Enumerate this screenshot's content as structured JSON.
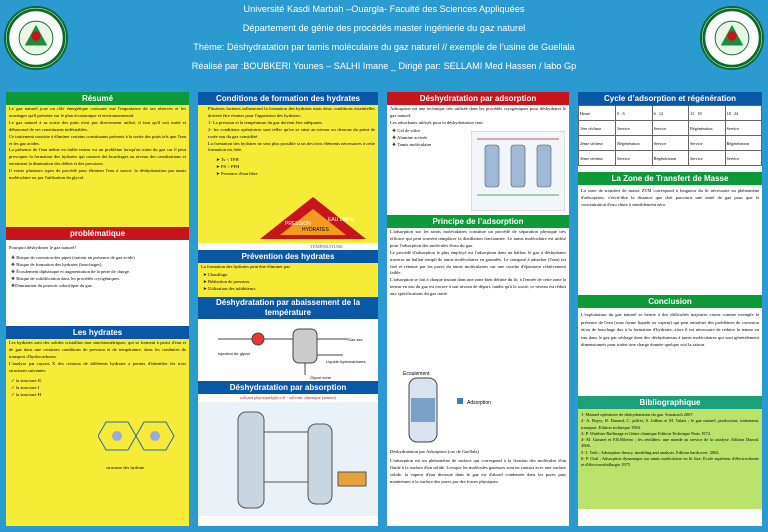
{
  "header": {
    "line1": "Université Kasdi Marbah –Ouargla- Faculté des Sciences Appliquées",
    "line2": "Département de génie des procédés  master ingénierie du gaz naturel",
    "line3": "Thème: Déshydratation par tamis moléculaire du gaz naturel // exemple de l’usine de Guellala",
    "line4": "Réalisé  par :BOUBKERI Younes – SALHI Imane _  Dirigé par: SELLAMI Med Hassen / labo Gp"
  },
  "logos": {
    "left_icon": "university-seal",
    "right_icon": "university-seal",
    "seal_text": "KASDI-MERBAH OUARGLA"
  },
  "resume": {
    "title": "Résumé",
    "paragraphs": [
      "Le gaz naturel joue un rôle énergétique croissant vue l'importance de ses réserves et les avantages qu'il présente sur le plan économique et environnemental.",
      "Le gaz naturel à sa sortie des puits n'est pas directement utilisé, il faut qu'il soit traité et débarrassé de ses constituants indésirables.",
      "Ce traitement consiste à éliminer certains constituants présents à la sortie des puits tels que l'eau et les gaz acides.",
      "La présence de l'eau même en faible teneur est un problème lorsqu'on traite du gaz car il peut provoquer la formation des hydrates qui causent des bouchages au niveau des canalisations et entrainent la diminution des débits et des pressions.",
      "Il existe plusieurs types de procédé pour éliminer l'eau à savoir: la déshydratation par tamis moléculaire ou par l'utilisation du glycol."
    ]
  },
  "problematique": {
    "title": "problématique",
    "question": "Pourquoi déshydrater le gaz naturel?",
    "items": [
      "Risque de corrosion des pipes (surtout en présence de gaz acide)",
      "Risque de formation des hydrates (bouchages).",
      "Écoulement diphasique et augmentation de la perte de charge.",
      "Risque de solidification dans les procédés cryogéniques.",
      "Diminution du pouvoir calorifique du gaz."
    ]
  },
  "hydrates": {
    "title": "Les hydrates",
    "text": "Les hydrates sont des solides cristallins non stœchiométriques, qui se forment à partir d'eau et de gaz dans une certaines conditions de pression et de température, dans les conduites de transport d'hydrocarbures.",
    "text2": "L'analyse par rayons X des cristaux de différents hydrates a permis d'identifier les trois structures suivantes:",
    "structures": [
      "la structure II.",
      "la structure I",
      "la structure H"
    ],
    "caption": "structure des hydrate"
  },
  "conditions": {
    "title": "Conditions de formation des hydrates",
    "intro": "Plusieurs facteurs influencent la formation des hydrates mais deux conditions essentielles doivent être réunies pour l'apparition des hydrates:",
    "c1": "1- La pression et la température du gaz doivent être adéquates.",
    "c2": "2- les conditions opératoires sont telles qu'on se situe au niveau ou dessous du point de rosée eau du gaz considéré.",
    "c3": "La formation des hydrates ne sera plus possible si un des trois éléments nécessaires à cette formation est ôtée.",
    "items": [
      "Ts < TFH",
      "PS > PFH",
      "Presence d'eau libre"
    ],
    "triangle": {
      "left": "PRESSION",
      "right": "EAU LIBRE",
      "bottom": "TEMPERATURE",
      "center": "HYDRATES"
    }
  },
  "prevention": {
    "title": "Prévention des hydrates",
    "intro": "La formation des hydrates peut être éliminer par:",
    "items": [
      "Chauffage.",
      "Réduction de pression.",
      "Utilisation des inhibiteurs."
    ]
  },
  "abaissement": {
    "title": "Déshydratation par abaissement de la température",
    "labels": [
      "Gaz sec",
      "Injection de glycol",
      "Liquide hydrocarbures",
      "Glycol riche"
    ]
  },
  "absorption": {
    "title": "Déshydratation par absorption",
    "subtitle": "solvant physique(glycol) - solvant chimique (amine)"
  },
  "adsorption": {
    "title": "Déshydratation  par  adsorption",
    "intro": "Adsorption est une technique très utilisée dans les procédés cryogéniques pour déshydrater le gaz naturel.",
    "list_intro": "Les adsorbants utilisés pour la déshydratation sont:",
    "items": [
      "Gel de silice",
      "Alumine activée",
      "Tamis moléculaire"
    ]
  },
  "principe": {
    "title": "Principe de l’adsorption",
    "p1": "L'adsorption sur les tamis moléculaires constitue un procédé de séparation physique très efficace qui peut souvent remplacer la distillation fractionnée. Le tamis moléculaire est utilisé pour l'adsorption des molécules d'eau du gaz.",
    "p2": "Le procédé d'adsorption le plus employé est l'adsorption dans un ballon, le gaz à déshydrater traverse un ballon rempli de tamis moléculaires en granulés. Le composé à adsorber (l'eau) est fixé et retenue par les pores du tamis moléculaires sur une couche d'épaisseur relativement faible.",
    "p3": "L'adsorption se fait à chaque instant dans une zone bien définie du lit, à l'entrée de cette zone la teneur en eau du gaz est encore à son niveau de départ, tandis qu'à la sortie, ce niveau est réduit aux spécifications du gaz traité.",
    "fig_label1": "Écoulement",
    "fig_label2": "Adsorption",
    "fig_caption": "Déshydratation par Adsorption (cas de Guellala)",
    "p4": "L'adsorption est un phénomène de surface qui correspond à la fixation des molécules d'un fluide à la surface d'un solide. Lorsque les molécules gazeuses sont en contact avec une surface solide, la vapeur d'eau dissoute dans le gaz est d'abord condensée dans les pores puis maintenues à la surface des pores par des forces physiques."
  },
  "cycle": {
    "title": "Cycle d’adsorption et régénération",
    "header": [
      "Heure",
      "0",
      "6",
      "6",
      "12",
      "12",
      "18",
      "18",
      "24"
    ],
    "rows": [
      [
        "1ère sécheur",
        "Service",
        "Service",
        "Régénération",
        "Service"
      ],
      [
        "2ème sécheur",
        "Régénération",
        "Service",
        "Service",
        "Régénération"
      ],
      [
        "3ème sécheur",
        "Service",
        "Régénération",
        "Service",
        "Service"
      ]
    ]
  },
  "zone": {
    "title": "La Zone de Transfert de Masse",
    "text": "La zone de transfert de masse ZTM correspond à longueur du lit nécessaire au phénomène d'adsorption, c'est-à-dire la distance que doit parcourir une unité de gaz pour que la concentration d'eau chute à sensiblement zéro."
  },
  "conclusion": {
    "title": "Conclusion",
    "text": "L'exploitation du gaz naturel se heurte à des difficultés majeures citons comme exemple la présence de l'eau (sous forme liquide ou vapeur) qui peut entraîner des problèmes de corrosion et/ou de bouchage dus à la formation d'hydrates, alors il est nécessaire de réduire la teneur en eau dans le gaz par séchage dans des déshydrateurs à tamis moléculaires qui sont généralement dimensionnés pour traiter une charge donnée quelque soit la saison."
  },
  "biblio": {
    "title": "Bibliographique",
    "items": [
      "1- Manuel opératoire de déshydratation du gaz. Sonatrach 2007.",
      "2- A. Rojey, B. Durand, C. jaffret, S. Jullian et M. Valais ; le gaz naturel, production, traitement, transport. Edition technique 1994.",
      "3- P. Wuithier Raffinage et Génie chimique Edition Technique Paris 1972.",
      "4- M. Guisnet et F.R.Ribeiro ; les zéolithes: une monde au service de la catalyse. Edition Dunod. 2006.",
      "5- J. Toth ; Adsorption theory, modeling and analysis. Edition hardcover. 2002.",
      "6- P. Ouil ; Adsorption dynamique sur tamis moléculaire en lit fixe. Ecole supérieur d'électrochimie et d'électrométallurgie.1975"
    ]
  },
  "colors": {
    "background": "#2a9ad0",
    "green": "#0f9a3a",
    "red": "#c8151b",
    "blue": "#0a57a8",
    "yellow": "#f6ec38"
  }
}
